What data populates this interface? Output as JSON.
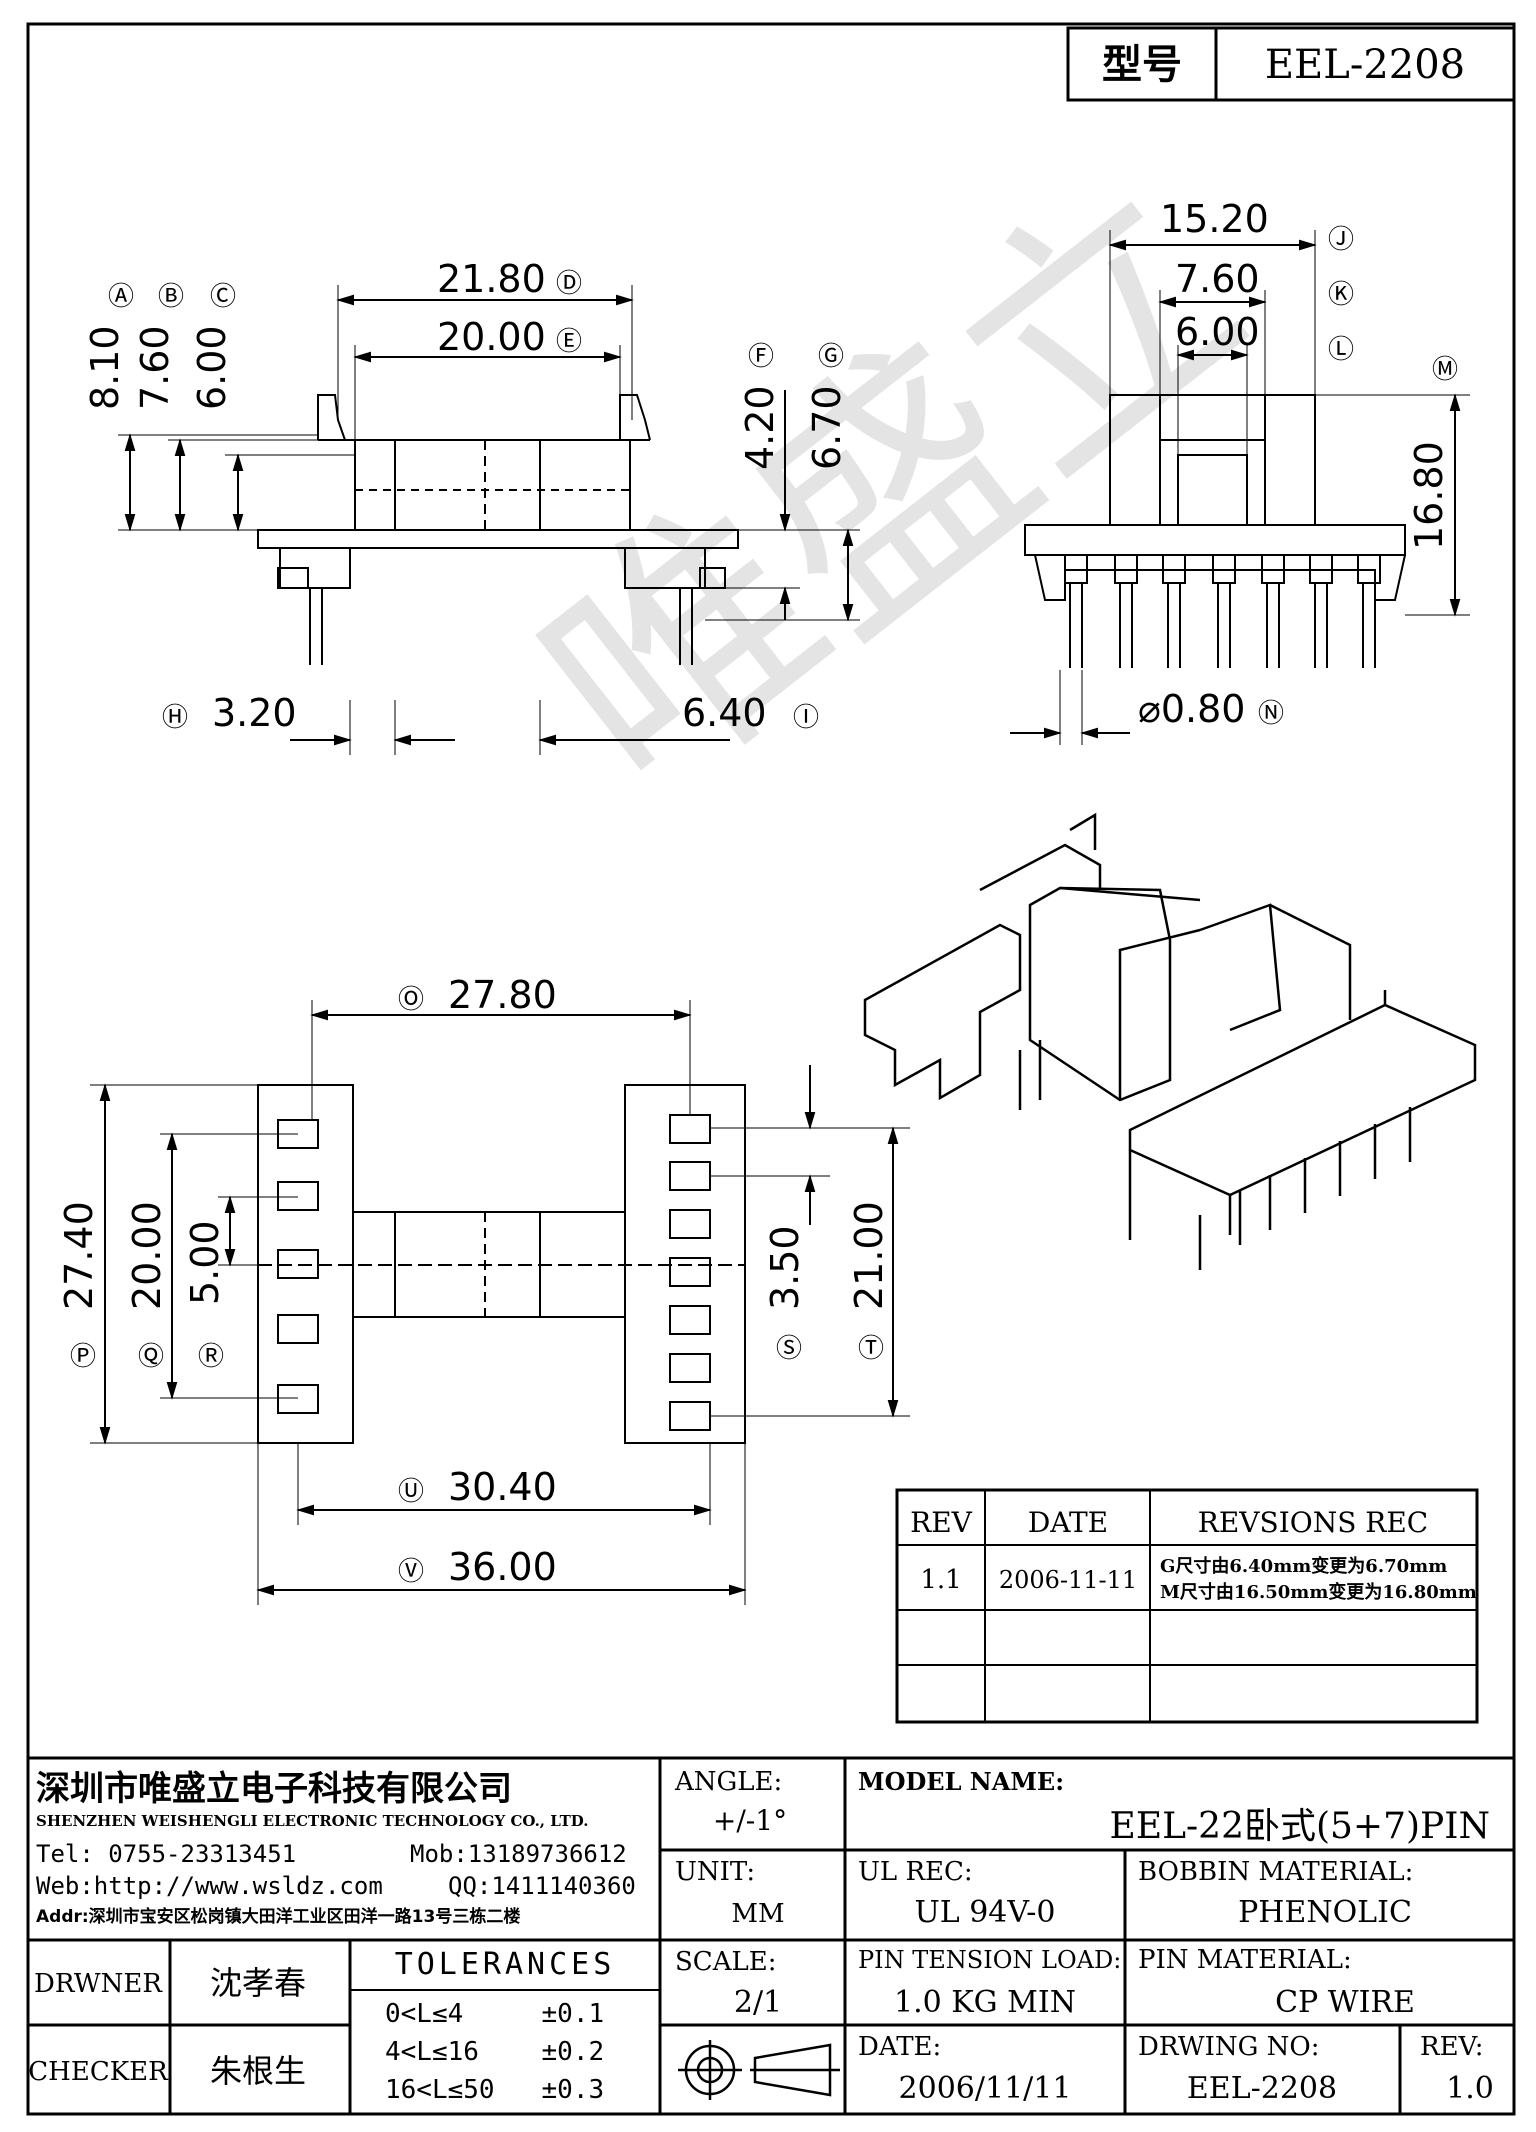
{
  "header": {
    "model_label": "型号",
    "model_value": "EEL-2208"
  },
  "dims": {
    "A": "8.10",
    "B": "7.60",
    "C": "6.00",
    "D": "21.80",
    "E": "20.00",
    "F": "4.20",
    "G": "6.70",
    "H": "3.20",
    "I": "6.40",
    "J": "15.20",
    "K": "7.60",
    "L": "6.00",
    "M": "16.80",
    "N": "⌀0.80",
    "O": "27.80",
    "P": "27.40",
    "Q": "20.00",
    "R": "5.00",
    "S": "3.50",
    "T": "21.00",
    "U": "30.40",
    "V": "36.00"
  },
  "watermark": "唯盛立",
  "revisions": {
    "headers": [
      "REV",
      "DATE",
      "REVSIONS REC"
    ],
    "rows": [
      {
        "rev": "1.1",
        "date": "2006-11-11",
        "rec1": "G尺寸由6.40mm变更为6.70mm",
        "rec2": "M尺寸由16.50mm变更为16.80mm"
      }
    ]
  },
  "company": {
    "name_cn": "深圳市唯盛立电子科技有限公司",
    "name_en": "SHENZHEN WEISHENGLI ELECTRONIC TECHNOLOGY CO., LTD.",
    "tel": "Tel: 0755-23313451",
    "mob": "Mob:13189736612",
    "web": "Web:http://www.wsldz.com",
    "qq": "QQ:1411140360",
    "addr": "Addr:深圳市宝安区松岗镇大田洋工业区田洋一路13号三栋二楼"
  },
  "title_block": {
    "angle_label": "ANGLE:",
    "angle_value": "+/-1°",
    "model_name_label": "MODEL NAME:",
    "model_name_value": "EEL-22卧式(5+7)PIN",
    "unit_label": "UNIT:",
    "unit_value": "MM",
    "ul_label": "UL REC:",
    "ul_value": "UL 94V-0",
    "bobbin_label": "BOBBIN MATERIAL:",
    "bobbin_value": "PHENOLIC",
    "drawner_label": "DRWNER",
    "drawner_value": "沈孝春",
    "tolerances_label": "TOLERANCES",
    "tol1": "0<L≤4     ±0.1",
    "tol2": "4<L≤16    ±0.2",
    "tol3": "16<L≤50   ±0.3",
    "scale_label": "SCALE:",
    "scale_value": "2/1",
    "pin_tension_label": "PIN TENSION LOAD:",
    "pin_tension_value": "1.0 KG MIN",
    "pin_material_label": "PIN MATERIAL:",
    "pin_material_value": "CP WIRE",
    "checker_label": "CHECKER",
    "checker_value": "朱根生",
    "date_label": "DATE:",
    "date_value": "2006/11/11",
    "drawing_no_label": "DRWING NO:",
    "drawing_no_value": "EEL-2208",
    "rev_label": "REV:",
    "rev_value": "1.0"
  }
}
